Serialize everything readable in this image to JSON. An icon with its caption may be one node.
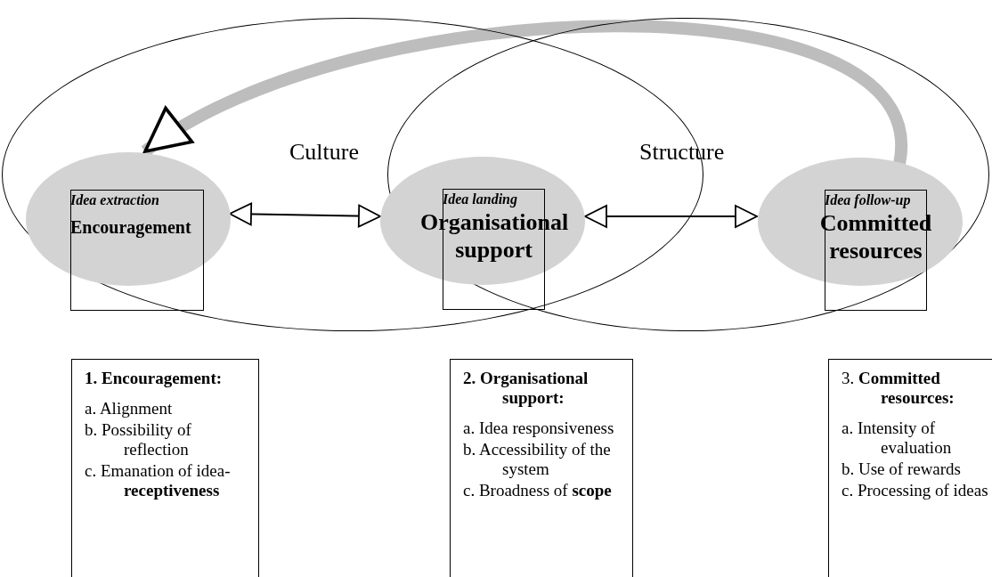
{
  "diagram": {
    "nodes": [
      {
        "text": [
          "Culture"
        ]
      },
      {
        "text": [
          "Structure"
        ]
      },
      {
        "text": [
          "Idea extraction",
          "Encouragement"
        ],
        "in": 0
      },
      {
        "text": [
          "Idea landing",
          "Organisational support"
        ]
      },
      {
        "text": [
          "Idea follow-up",
          "Committed resources"
        ],
        "in": 1
      },
      {
        "text": [
          "**1. Encouragement:**",
          "a. Alignment",
          "b. Possibility of reflection",
          "c. Emanation of idea-**receptiveness**"
        ]
      },
      {
        "text": [
          "**2. Organisational support:**",
          "a. Idea responsiveness",
          "b. Accessibility of the system",
          "c. Broadness of **scope**"
        ]
      },
      {
        "text": [
          "3. **Committed resources:**",
          "a. Intensity of evaluation",
          "b. Use of rewards",
          "c. Processing of ideas"
        ]
      }
    ],
    "edges": [
      {
        "from": 2,
        "to": 3,
        "arrow": "both"
      },
      {
        "from": 3,
        "to": 4,
        "arrow": "both"
      },
      {
        "from": 4,
        "to": 2,
        "arrow": "to",
        "style": "thick",
        "color": "#bdbdbd"
      }
    ]
  }
}
